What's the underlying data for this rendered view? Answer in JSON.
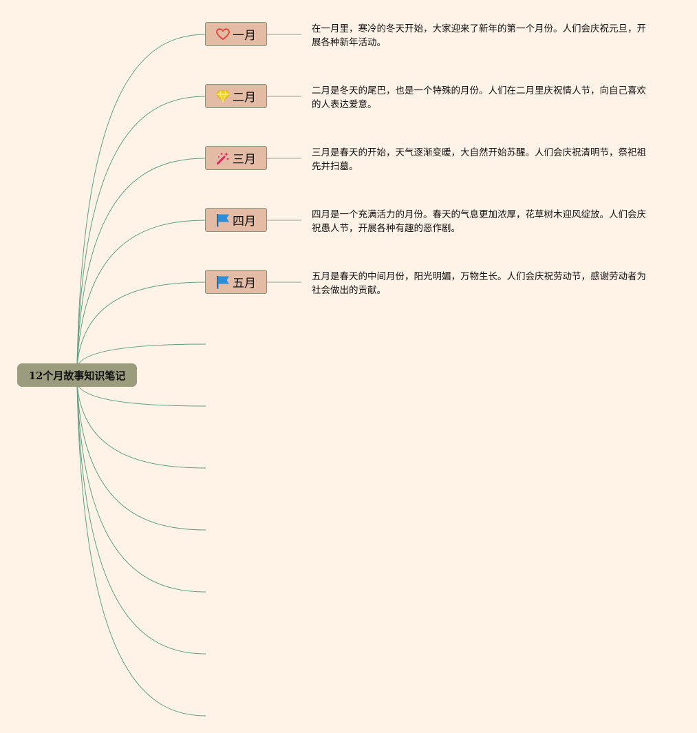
{
  "root": {
    "title": "12个月故事知识笔记"
  },
  "months": [
    {
      "label": "一月",
      "icon": "heart-icon",
      "icon_color": "#e83a2e",
      "note": "在一月里，寒冷的冬天开始，大家迎来了新年的第一个月份。人们会庆祝元旦，开展各种新年活动。"
    },
    {
      "label": "二月",
      "icon": "diamond-icon",
      "icon_color": "#f2d21e",
      "note": "二月是冬天的尾巴，也是一个特殊的月份。人们在二月里庆祝情人节，向自己喜欢的人表达爱意。"
    },
    {
      "label": "三月",
      "icon": "magic-wand-icon",
      "icon_color": "#e0245e",
      "note": "三月是春天的开始，天气逐渐变暖，大自然开始苏醒。人们会庆祝清明节，祭祀祖先并扫墓。"
    },
    {
      "label": "四月",
      "icon": "flag-icon",
      "icon_color": "#2a8fd6",
      "note": "四月是一个充满活力的月份。春天的气息更加浓厚，花草树木迎风绽放。人们会庆祝愚人节，开展各种有趣的恶作剧。"
    },
    {
      "label": "五月",
      "icon": "flag-icon",
      "icon_color": "#2a8fd6",
      "note": "五月是春天的中间月份，阳光明媚，万物生长。人们会庆祝劳动节，感谢劳动者为社会做出的贡献。"
    }
  ],
  "connector_color": "#5f9e83"
}
